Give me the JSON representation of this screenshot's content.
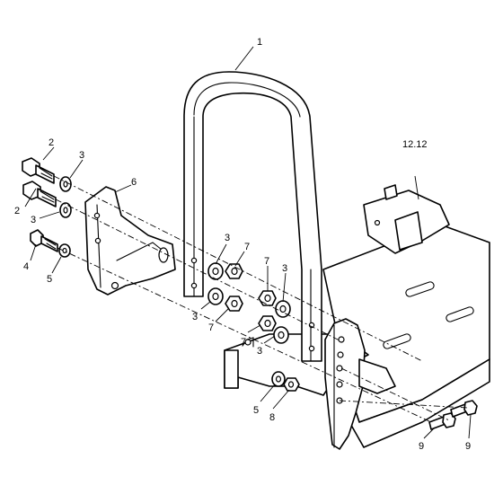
{
  "diagram": {
    "callouts": [
      {
        "id": "c1",
        "text": "1"
      },
      {
        "id": "c2a",
        "text": "2"
      },
      {
        "id": "c3a",
        "text": "3"
      },
      {
        "id": "c6",
        "text": "6"
      },
      {
        "id": "c1212",
        "text": "12.12"
      },
      {
        "id": "c2b",
        "text": "2"
      },
      {
        "id": "c3b",
        "text": "3"
      },
      {
        "id": "c4",
        "text": "4"
      },
      {
        "id": "c5a",
        "text": "5"
      },
      {
        "id": "c3c",
        "text": "3"
      },
      {
        "id": "c7a",
        "text": "7"
      },
      {
        "id": "c7b",
        "text": "7"
      },
      {
        "id": "c3d",
        "text": "3"
      },
      {
        "id": "c3e",
        "text": "3"
      },
      {
        "id": "c7c",
        "text": "7"
      },
      {
        "id": "c7d",
        "text": "7"
      },
      {
        "id": "c3f",
        "text": "3"
      },
      {
        "id": "c5b",
        "text": "5"
      },
      {
        "id": "c8",
        "text": "8"
      },
      {
        "id": "c9a",
        "text": "9"
      },
      {
        "id": "c9b",
        "text": "9"
      }
    ]
  }
}
